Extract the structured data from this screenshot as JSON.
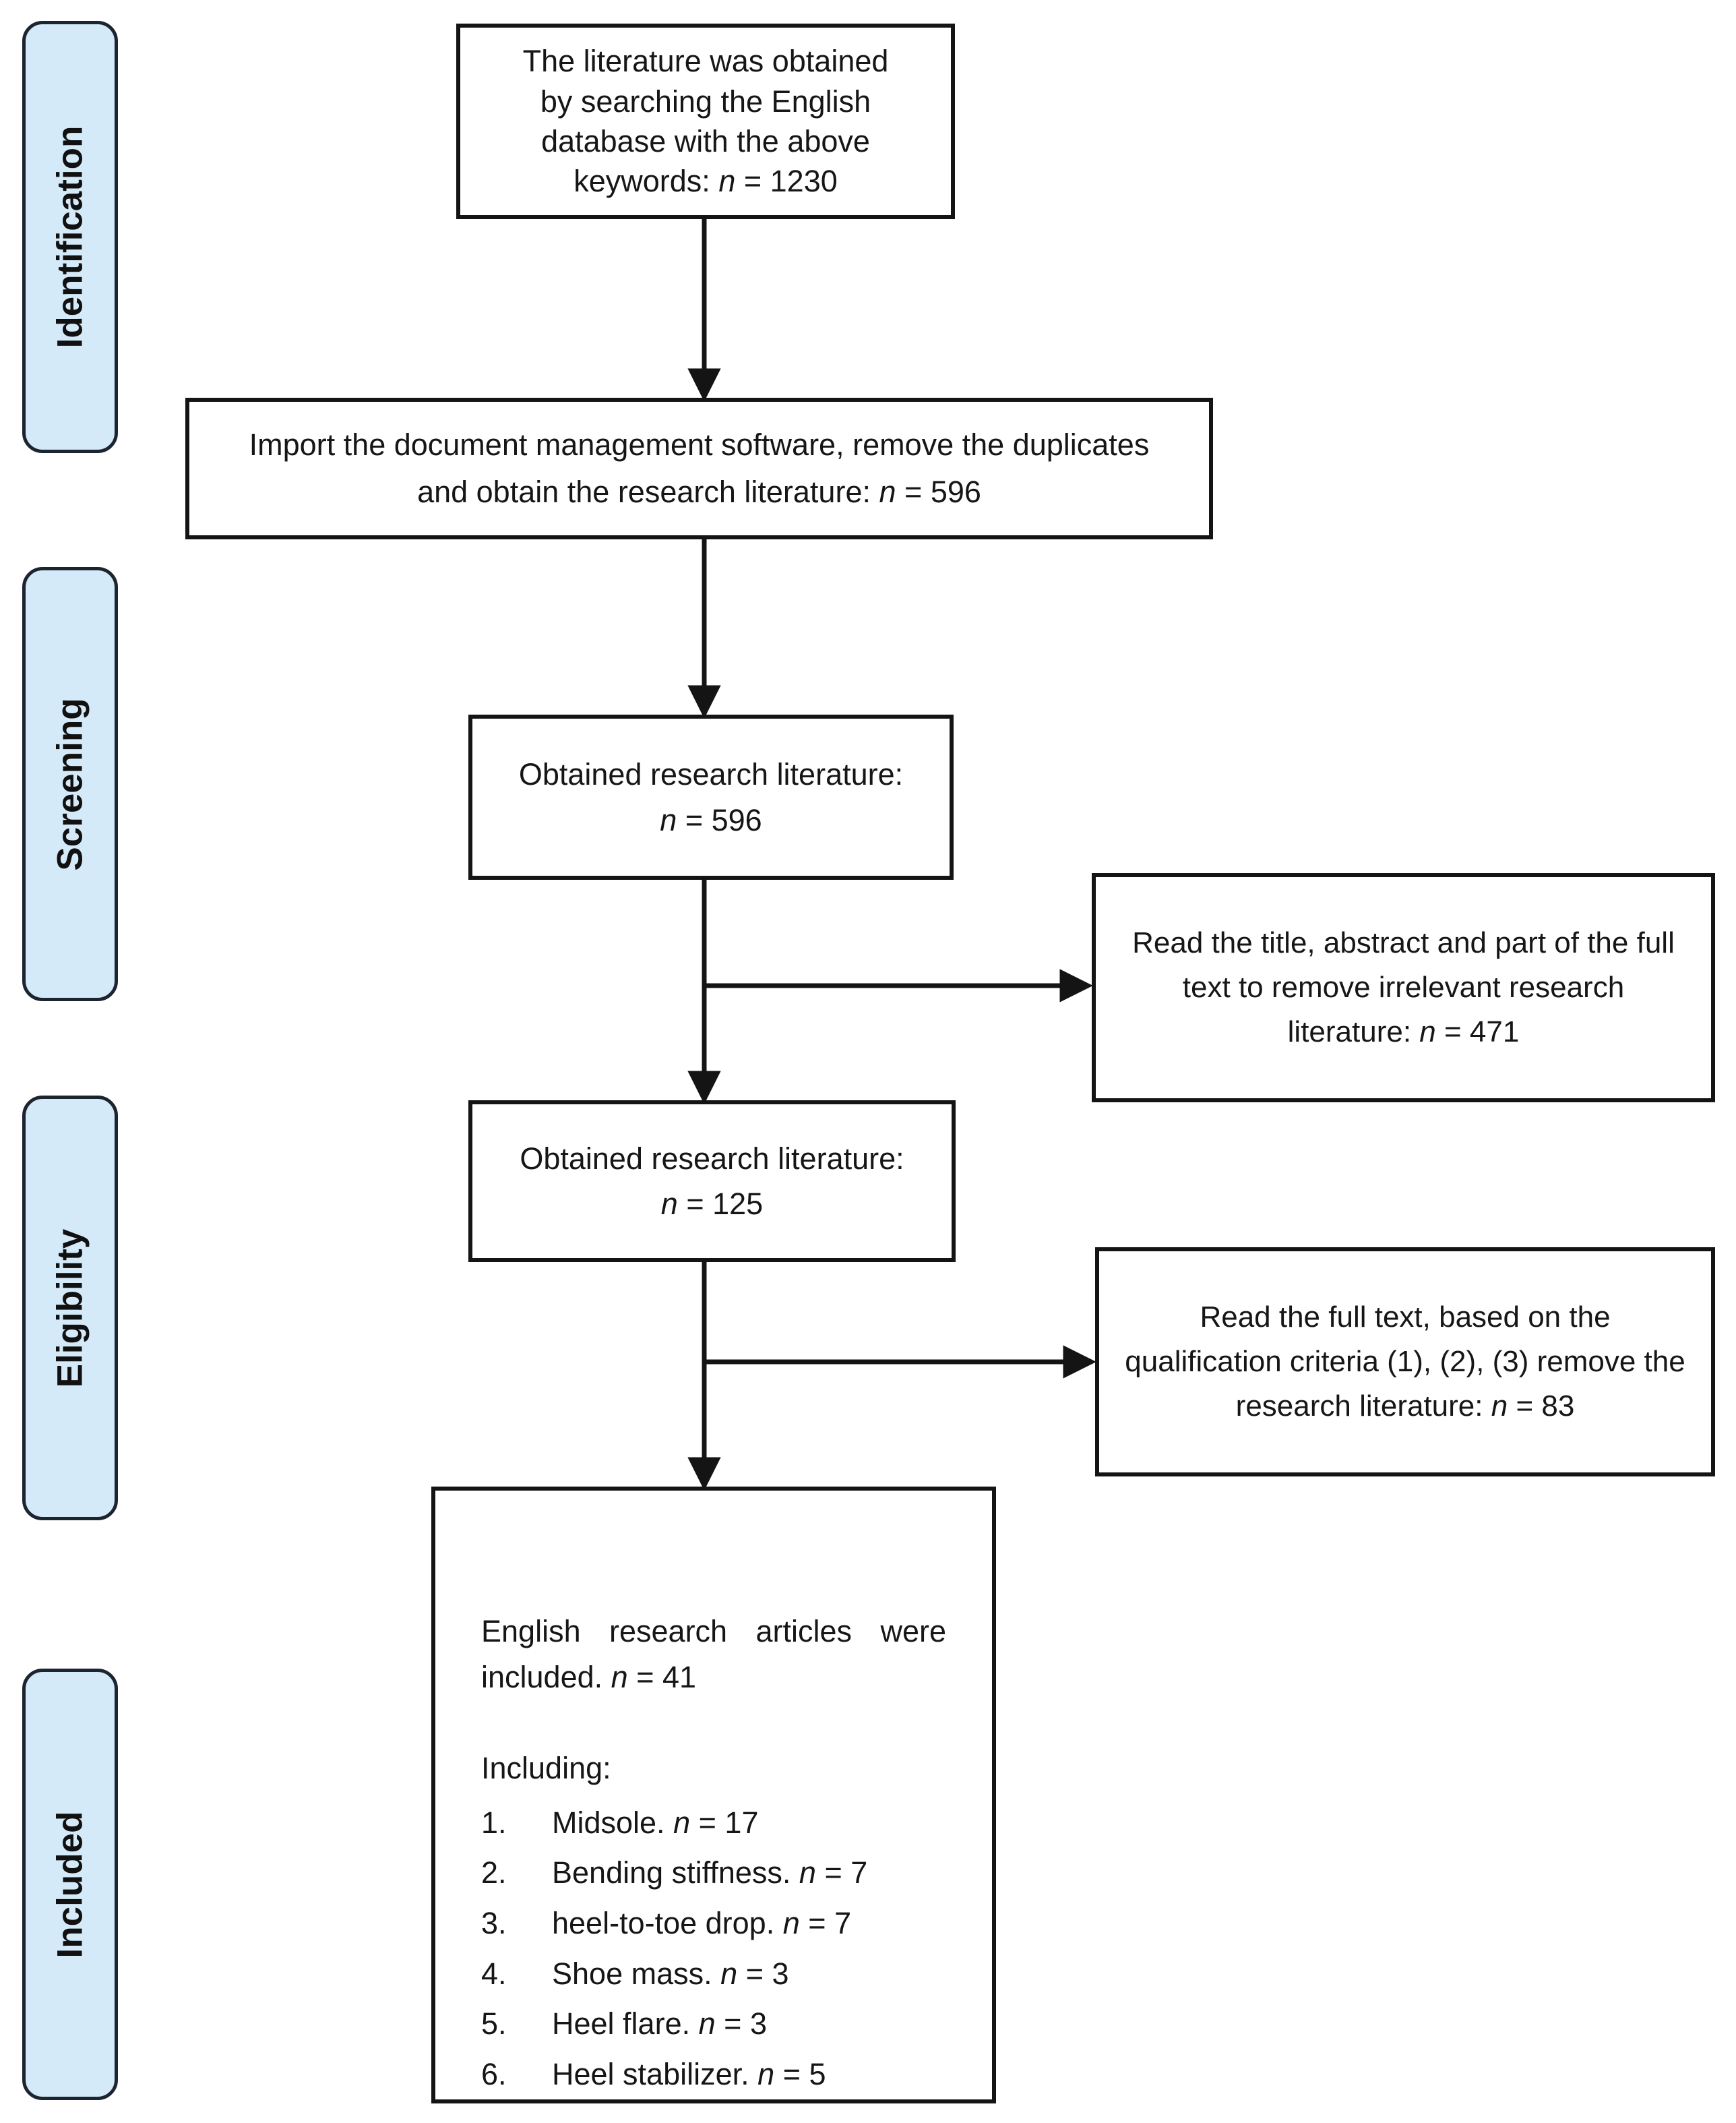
{
  "colors": {
    "stage_fill": "#d5eaf8",
    "line": "#141414",
    "box_fill": "#ffffff"
  },
  "stages": [
    {
      "label": "Identification"
    },
    {
      "label": "Screening"
    },
    {
      "label": "Eligibility"
    },
    {
      "label": "Included"
    }
  ],
  "boxes": {
    "search": {
      "text": "The literature was obtained by searching the English database with the above keywords:",
      "n": "n",
      "value": "= 1230"
    },
    "dedup": {
      "text": "Import the document management software, remove the duplicates and obtain the research literature:",
      "n": "n",
      "value": "= 596"
    },
    "screened": {
      "text": "Obtained research literature:",
      "n": "n",
      "value": "= 596"
    },
    "screen_excluded": {
      "text": "Read the title, abstract and part of the full text to remove irrelevant research literature:",
      "n": "n",
      "value": "= 471"
    },
    "eligible": {
      "text": "Obtained research literature:",
      "n": "n",
      "value": "= 125"
    },
    "fulltext_excluded": {
      "text": "Read the full text, based on the qualification criteria (1), (2), (3) remove the research literature:",
      "n": "n",
      "value": "= 83"
    },
    "included": {
      "text": "English research articles were included.",
      "n": "n",
      "value": "= 41",
      "including_label": "Including:",
      "items": [
        {
          "num": "1.",
          "text": "Midsole.",
          "n": "n",
          "value": "= 17"
        },
        {
          "num": "2.",
          "text": "Bending stiffness.",
          "n": "n",
          "value": "= 7"
        },
        {
          "num": "3.",
          "text": "heel-to-toe drop.",
          "n": "n",
          "value": "= 7"
        },
        {
          "num": "4.",
          "text": "Shoe mass.",
          "n": "n",
          "value": "= 3"
        },
        {
          "num": "5.",
          "text": "Heel flare.",
          "n": "n",
          "value": "= 3"
        },
        {
          "num": "6.",
          "text": "Heel stabilizer.",
          "n": "n",
          "value": "= 5"
        }
      ]
    }
  }
}
